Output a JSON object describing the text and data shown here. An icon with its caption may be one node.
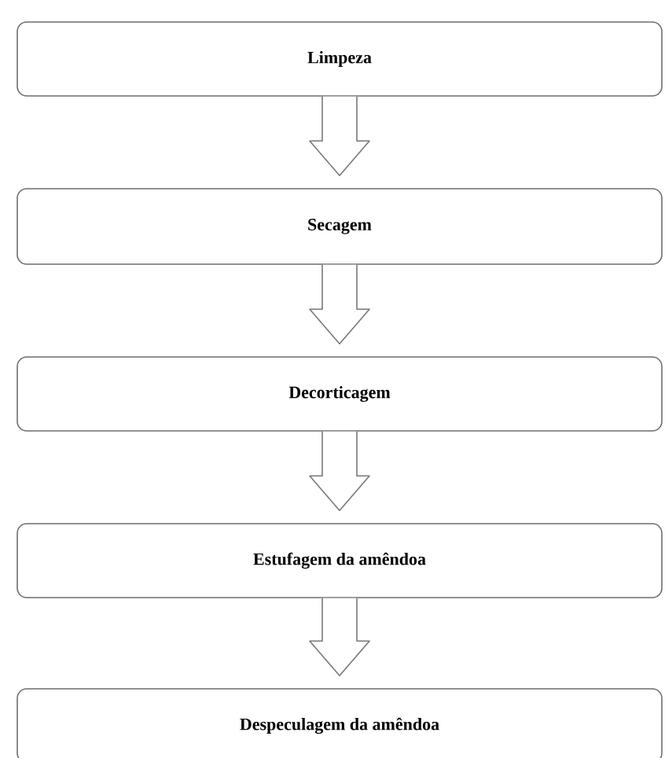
{
  "diagram": {
    "nodes": [
      {
        "text": [
          "Limpeza"
        ]
      },
      {
        "text": [
          "Secagem"
        ]
      },
      {
        "text": [
          "Decorticagem"
        ]
      },
      {
        "text": [
          "Estufagem da amêndoa"
        ]
      },
      {
        "text": [
          "Despeculagem da amêndoa"
        ]
      }
    ],
    "edges": [
      {
        "from": 0,
        "to": 1,
        "arrow": "to"
      },
      {
        "from": 1,
        "to": 2,
        "arrow": "to"
      },
      {
        "from": 2,
        "to": 3,
        "arrow": "to"
      },
      {
        "from": 3,
        "to": 4,
        "arrow": "to"
      }
    ]
  }
}
